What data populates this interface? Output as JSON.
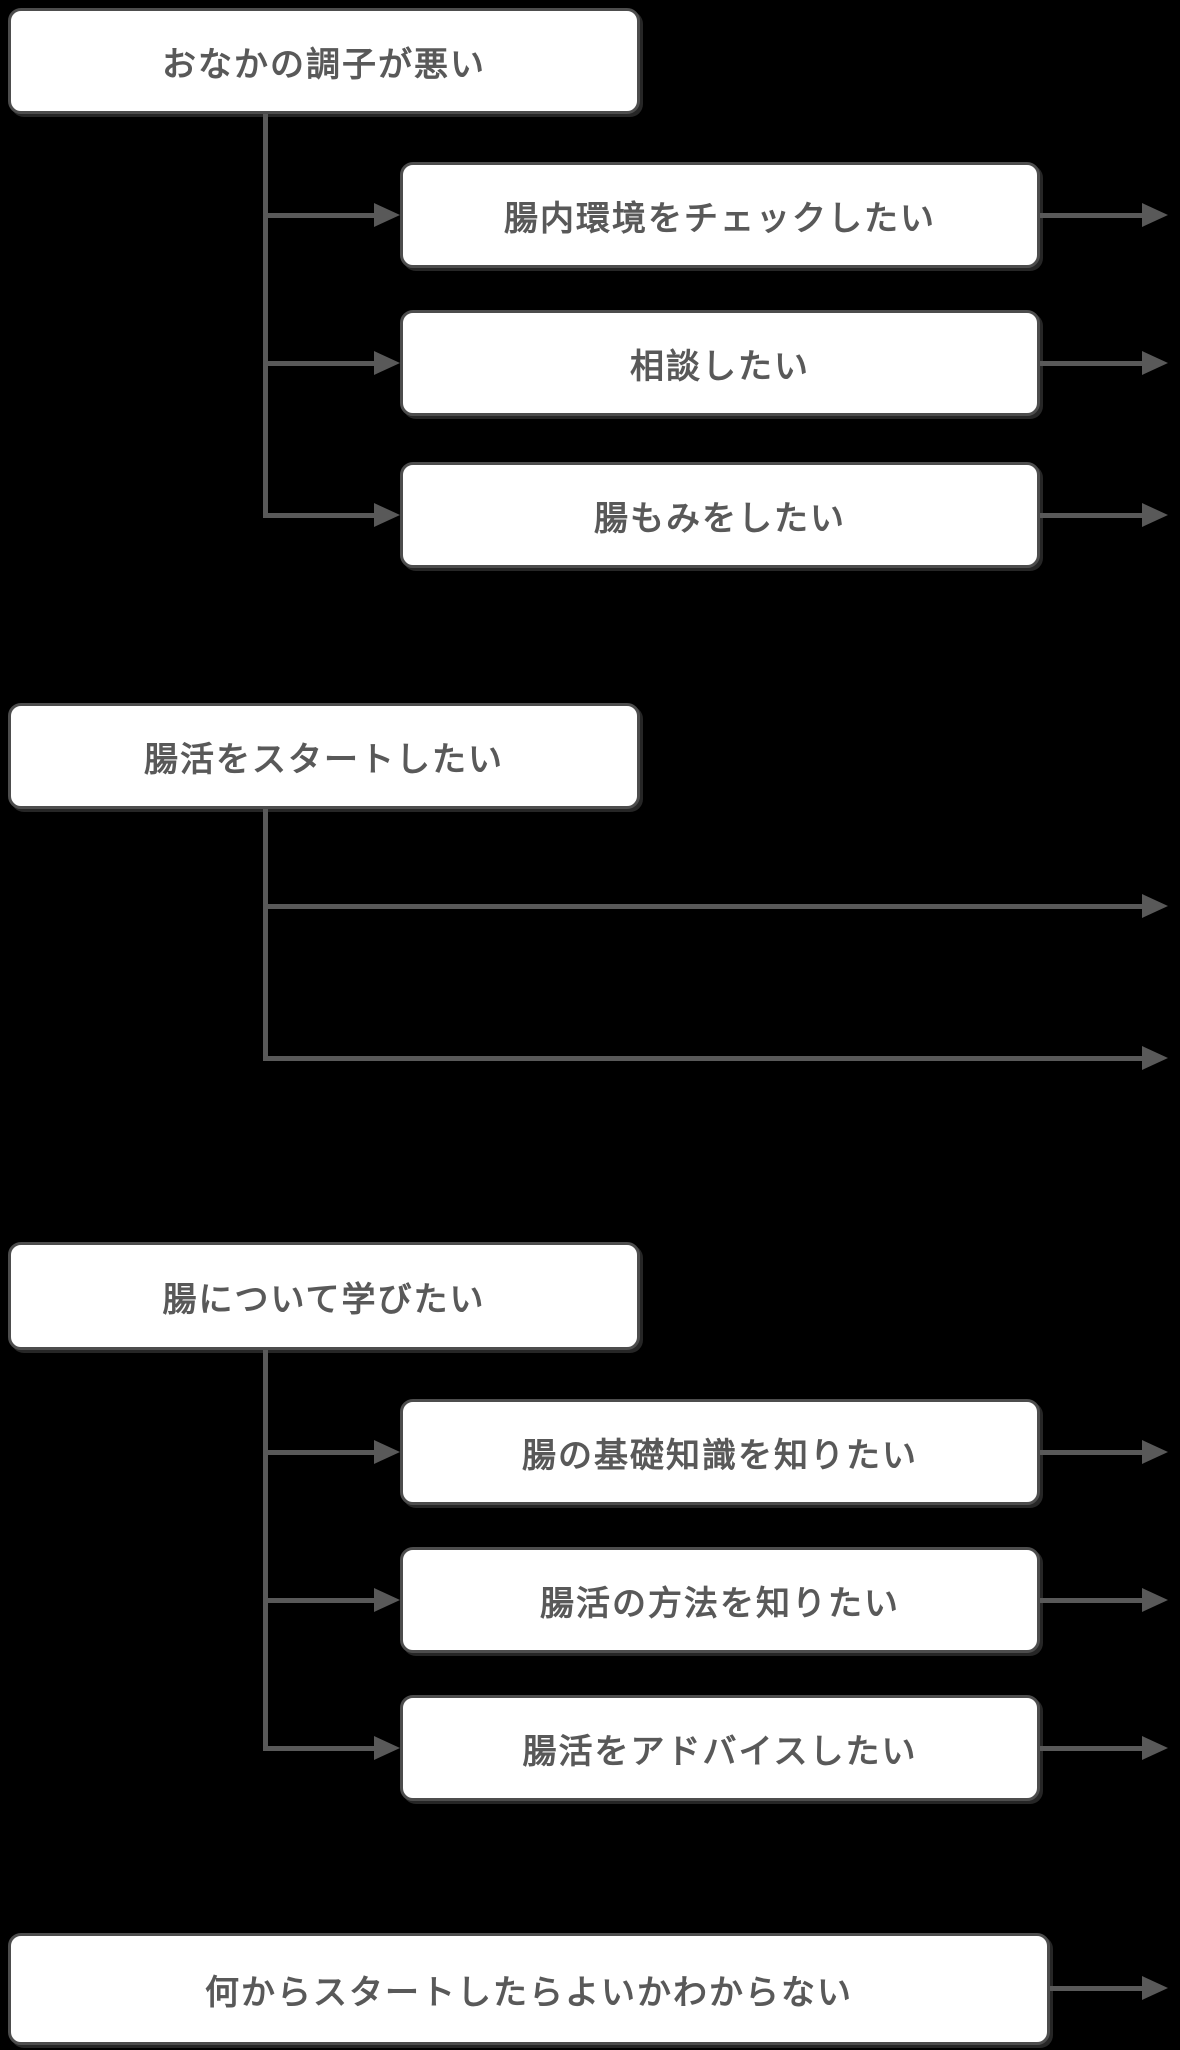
{
  "page": {
    "background": "#000000"
  },
  "style": {
    "box_fill": "#ffffff",
    "box_border": "#4d4d4d",
    "text_color": "#595959",
    "line_color": "#595959"
  },
  "sections": [
    {
      "header": {
        "label": "おなかの調子が悪い"
      },
      "children": [
        {
          "label": "腸内環境をチェックしたい"
        },
        {
          "label": "相談したい"
        },
        {
          "label": "腸もみをしたい"
        }
      ]
    },
    {
      "header": {
        "label": "腸活をスタートしたい"
      },
      "children": []
    },
    {
      "header": {
        "label": "腸について学びたい"
      },
      "children": [
        {
          "label": "腸の基礎知識を知りたい"
        },
        {
          "label": "腸活の方法を知りたい"
        },
        {
          "label": "腸活をアドバイスしたい"
        }
      ]
    },
    {
      "header": {
        "label": "何からスタートしたらよいかわからない"
      },
      "children": []
    }
  ]
}
